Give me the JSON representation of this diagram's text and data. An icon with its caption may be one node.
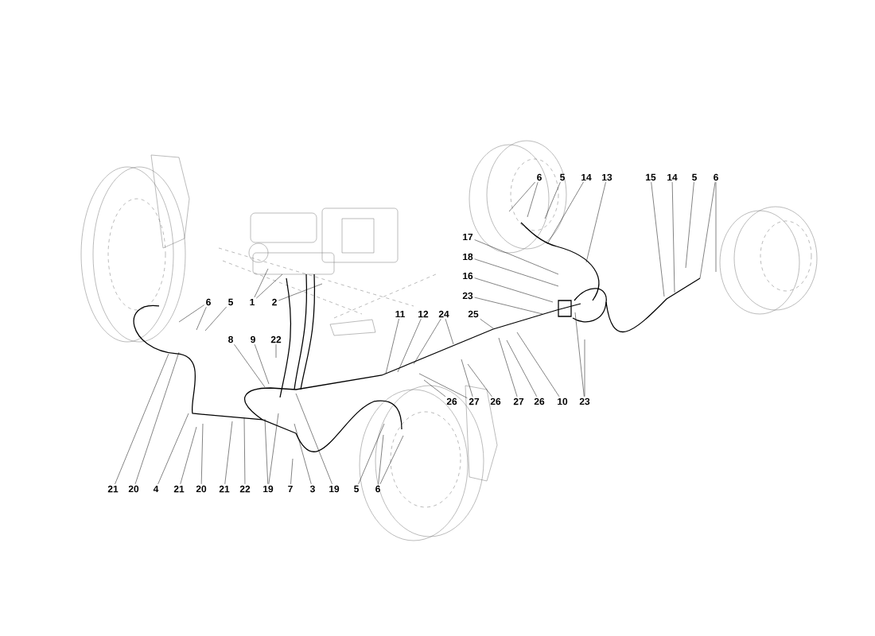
{
  "diagram": {
    "nodes": [
      {
        "text": [
          "6"
        ]
      },
      {
        "text": [
          "5"
        ]
      },
      {
        "text": [
          "14"
        ]
      },
      {
        "text": [
          "13"
        ]
      },
      {
        "text": [
          "15"
        ]
      },
      {
        "text": [
          "14"
        ]
      },
      {
        "text": [
          "5"
        ]
      },
      {
        "text": [
          "6"
        ]
      },
      {
        "text": [
          "17"
        ]
      },
      {
        "text": [
          "18"
        ]
      },
      {
        "text": [
          "16"
        ]
      },
      {
        "text": [
          "23"
        ]
      },
      {
        "text": [
          "6"
        ]
      },
      {
        "text": [
          "5"
        ]
      },
      {
        "text": [
          "1"
        ]
      },
      {
        "text": [
          "2"
        ]
      },
      {
        "text": [
          "11"
        ]
      },
      {
        "text": [
          "12"
        ]
      },
      {
        "text": [
          "24"
        ]
      },
      {
        "text": [
          "25"
        ]
      },
      {
        "text": [
          "8"
        ]
      },
      {
        "text": [
          "9"
        ]
      },
      {
        "text": [
          "22"
        ]
      },
      {
        "text": [
          "26"
        ]
      },
      {
        "text": [
          "27"
        ]
      },
      {
        "text": [
          "26"
        ]
      },
      {
        "text": [
          "27"
        ]
      },
      {
        "text": [
          "26"
        ]
      },
      {
        "text": [
          "10"
        ]
      },
      {
        "text": [
          "23"
        ]
      },
      {
        "text": [
          "21"
        ]
      },
      {
        "text": [
          "20"
        ]
      },
      {
        "text": [
          "4"
        ]
      },
      {
        "text": [
          "21"
        ]
      },
      {
        "text": [
          "20"
        ]
      },
      {
        "text": [
          "21"
        ]
      },
      {
        "text": [
          "22"
        ]
      },
      {
        "text": [
          "19"
        ]
      },
      {
        "text": [
          "7"
        ]
      },
      {
        "text": [
          "3"
        ]
      },
      {
        "text": [
          "19"
        ]
      },
      {
        "text": [
          "5"
        ]
      },
      {
        "text": [
          "6"
        ]
      }
    ],
    "edges": [
      {
        "from": 0,
        "to": null,
        "arrow": "none"
      },
      {
        "from": 0,
        "to": null,
        "arrow": "none"
      },
      {
        "from": 1,
        "to": null,
        "arrow": "none"
      },
      {
        "from": 2,
        "to": null,
        "arrow": "none"
      },
      {
        "from": 3,
        "to": null,
        "arrow": "none"
      },
      {
        "from": 4,
        "to": null,
        "arrow": "none"
      },
      {
        "from": 5,
        "to": null,
        "arrow": "none"
      },
      {
        "from": 6,
        "to": null,
        "arrow": "none"
      },
      {
        "from": 7,
        "to": null,
        "arrow": "none"
      },
      {
        "from": 7,
        "to": null,
        "arrow": "none"
      },
      {
        "from": 8,
        "to": null,
        "arrow": "none"
      },
      {
        "from": 9,
        "to": null,
        "arrow": "none"
      },
      {
        "from": 10,
        "to": null,
        "arrow": "none"
      },
      {
        "from": 11,
        "to": null,
        "arrow": "none"
      },
      {
        "from": 12,
        "to": null,
        "arrow": "none"
      },
      {
        "from": 12,
        "to": null,
        "arrow": "none"
      },
      {
        "from": 13,
        "to": null,
        "arrow": "none"
      },
      {
        "from": 14,
        "to": null,
        "arrow": "none"
      },
      {
        "from": 14,
        "to": null,
        "arrow": "none"
      },
      {
        "from": 15,
        "to": null,
        "arrow": "none"
      },
      {
        "from": 16,
        "to": null,
        "arrow": "none"
      },
      {
        "from": 17,
        "to": null,
        "arrow": "none"
      },
      {
        "from": 18,
        "to": null,
        "arrow": "none"
      },
      {
        "from": 18,
        "to": null,
        "arrow": "none"
      },
      {
        "from": 19,
        "to": null,
        "arrow": "none"
      },
      {
        "from": 20,
        "to": null,
        "arrow": "none"
      },
      {
        "from": 21,
        "to": null,
        "arrow": "none"
      },
      {
        "from": 22,
        "to": null,
        "arrow": "none"
      },
      {
        "from": 23,
        "to": null,
        "arrow": "none"
      },
      {
        "from": 24,
        "to": null,
        "arrow": "none"
      },
      {
        "from": 24,
        "to": null,
        "arrow": "none"
      },
      {
        "from": 25,
        "to": null,
        "arrow": "none"
      },
      {
        "from": 26,
        "to": null,
        "arrow": "none"
      },
      {
        "from": 27,
        "to": null,
        "arrow": "none"
      },
      {
        "from": 28,
        "to": null,
        "arrow": "none"
      },
      {
        "from": 29,
        "to": null,
        "arrow": "none"
      },
      {
        "from": 29,
        "to": null,
        "arrow": "none"
      },
      {
        "from": 30,
        "to": null,
        "arrow": "none"
      },
      {
        "from": 31,
        "to": null,
        "arrow": "none"
      },
      {
        "from": 32,
        "to": null,
        "arrow": "none"
      },
      {
        "from": 33,
        "to": null,
        "arrow": "none"
      },
      {
        "from": 34,
        "to": null,
        "arrow": "none"
      },
      {
        "from": 35,
        "to": null,
        "arrow": "none"
      },
      {
        "from": 36,
        "to": null,
        "arrow": "none"
      },
      {
        "from": 37,
        "to": null,
        "arrow": "none"
      },
      {
        "from": 37,
        "to": null,
        "arrow": "none"
      },
      {
        "from": 38,
        "to": null,
        "arrow": "none"
      },
      {
        "from": 39,
        "to": null,
        "arrow": "none"
      },
      {
        "from": 40,
        "to": null,
        "arrow": "none"
      },
      {
        "from": 41,
        "to": null,
        "arrow": "none"
      },
      {
        "from": 42,
        "to": null,
        "arrow": "none"
      },
      {
        "from": 42,
        "to": null,
        "arrow": "none"
      }
    ]
  }
}
